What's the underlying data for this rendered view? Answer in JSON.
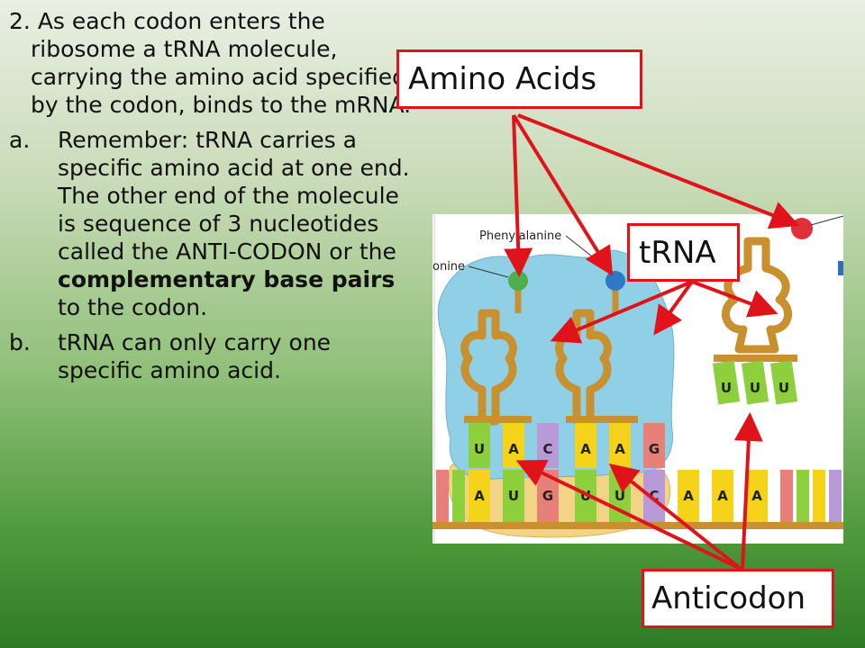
{
  "slide": {
    "point_main": {
      "prefix": "2. ",
      "text": "As each codon enters the ribosome a tRNA molecule, carrying the amino acid specified by the codon, binds to the mRNA."
    },
    "sub_a": {
      "marker": "a.",
      "text_before": "Remember: tRNA carries a specific amino acid at one end. The other end of the molecule is sequence of 3 nucleotides called the ANTI-CODON or the ",
      "bold": "complementary base pairs",
      "text_after": " to the codon."
    },
    "sub_b": {
      "marker": "b.",
      "text": "tRNA can only carry one specific amino acid."
    }
  },
  "labels": {
    "amino_acids": "Amino Acids",
    "trna": "tRNA",
    "anticodon": "Anticodon"
  },
  "figure": {
    "phenylalanine": "Phenylalanine",
    "onine": "onine",
    "anticodon_bases": [
      "U",
      "A",
      "C",
      "A",
      "A",
      "G"
    ],
    "mrna_bases": [
      "A",
      "U",
      "G",
      "U",
      "U",
      "C",
      "A",
      "A",
      "A"
    ],
    "free_trna_bases": [
      "U",
      "U",
      "U"
    ]
  },
  "colors": {
    "label_border": "#e0121a",
    "arrow": "#e0121a",
    "trna_body": "#c8902e",
    "ribosome_large": "#8fd0e6",
    "ribosome_small": "#f2d487"
  }
}
